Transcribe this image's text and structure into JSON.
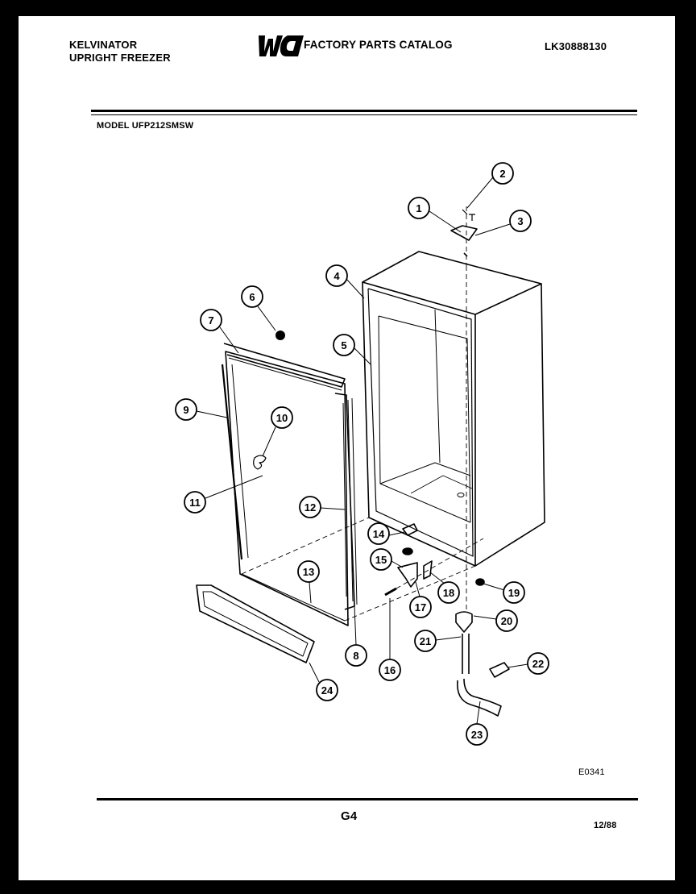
{
  "header": {
    "brand_line1": "KELVINATOR",
    "brand_line2": "UPRIGHT FREEZER",
    "logo_text": "WCI",
    "catalog_title": "FACTORY PARTS CATALOG",
    "catalog_code": "LK30888130"
  },
  "model": "MODEL UFP212SMSW",
  "footer": {
    "drawing_code": "E0341",
    "page_number": "G4",
    "date": "12/88"
  },
  "callouts": [
    "1",
    "2",
    "3",
    "4",
    "5",
    "6",
    "7",
    "8",
    "9",
    "10",
    "11",
    "12",
    "13",
    "14",
    "15",
    "16",
    "17",
    "18",
    "19",
    "20",
    "21",
    "22",
    "23",
    "24"
  ]
}
